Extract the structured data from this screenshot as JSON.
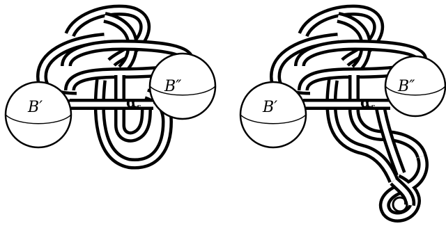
{
  "figures": [
    {
      "id": "left",
      "ball_left_label": "B′",
      "ball_right_label": "B″",
      "arc_label": "α",
      "arc_label_sub": "s"
    },
    {
      "id": "right",
      "ball_left_label": "B′",
      "ball_right_label": "B″",
      "arc_label": "α",
      "arc_label_sub": "s"
    }
  ]
}
